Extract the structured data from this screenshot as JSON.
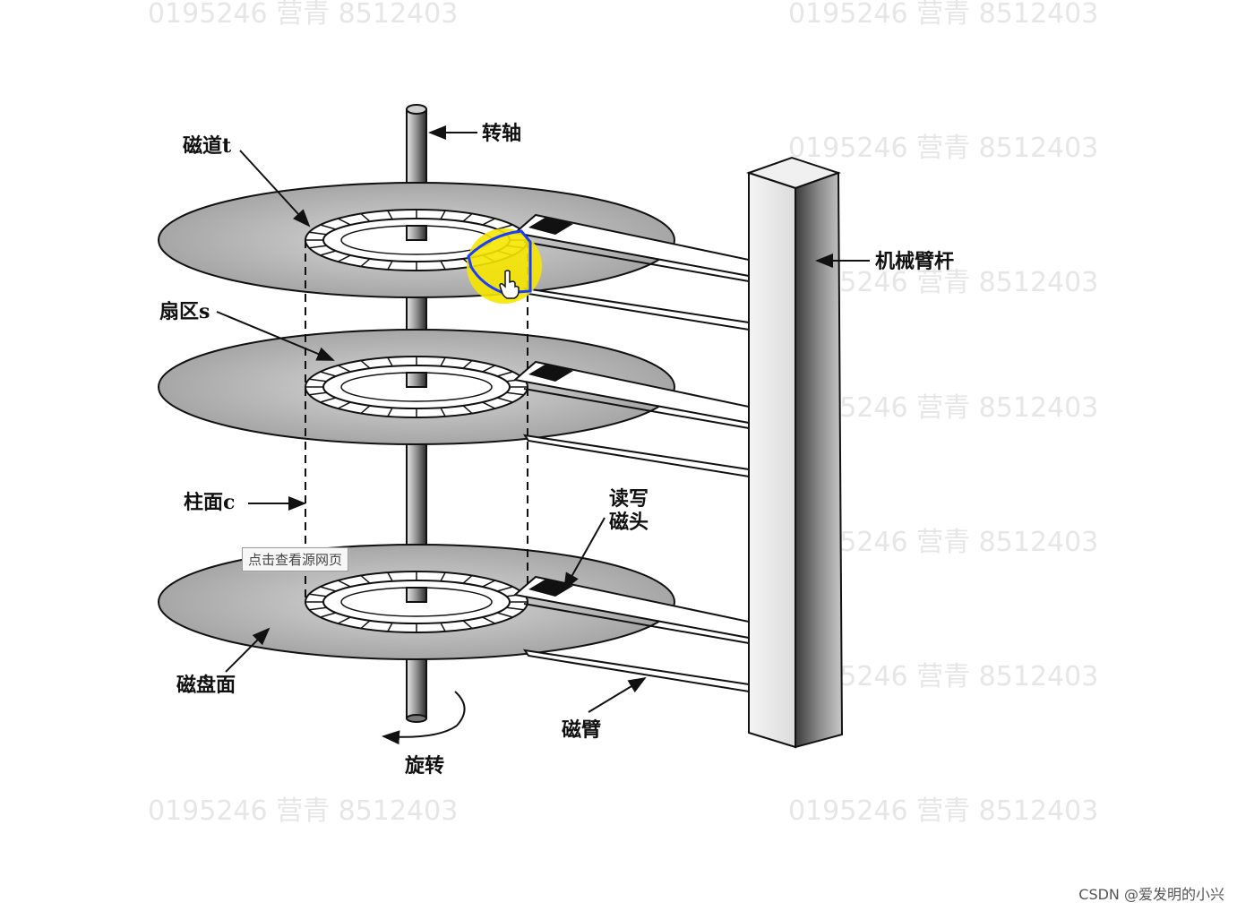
{
  "labels": {
    "spindle": "转轴",
    "track": "磁道t",
    "sector": "扇区s",
    "cylinder": "柱面c",
    "arm_bar": "机械臂杆",
    "rw_head_line1": "读写",
    "rw_head_line2": "磁头",
    "platter_surface": "磁盘面",
    "arm": "磁臂",
    "rotation": "旋转"
  },
  "tooltip": "点击查看源网页",
  "credit": "CSDN @爱发明的小兴",
  "watermark": "0195246 营青 8512403",
  "colors": {
    "highlight": "#f6e600",
    "selection": "#1a3cff",
    "platter": "#c8c8c8"
  },
  "icons": {
    "cursor": "hand-pointer-icon"
  }
}
